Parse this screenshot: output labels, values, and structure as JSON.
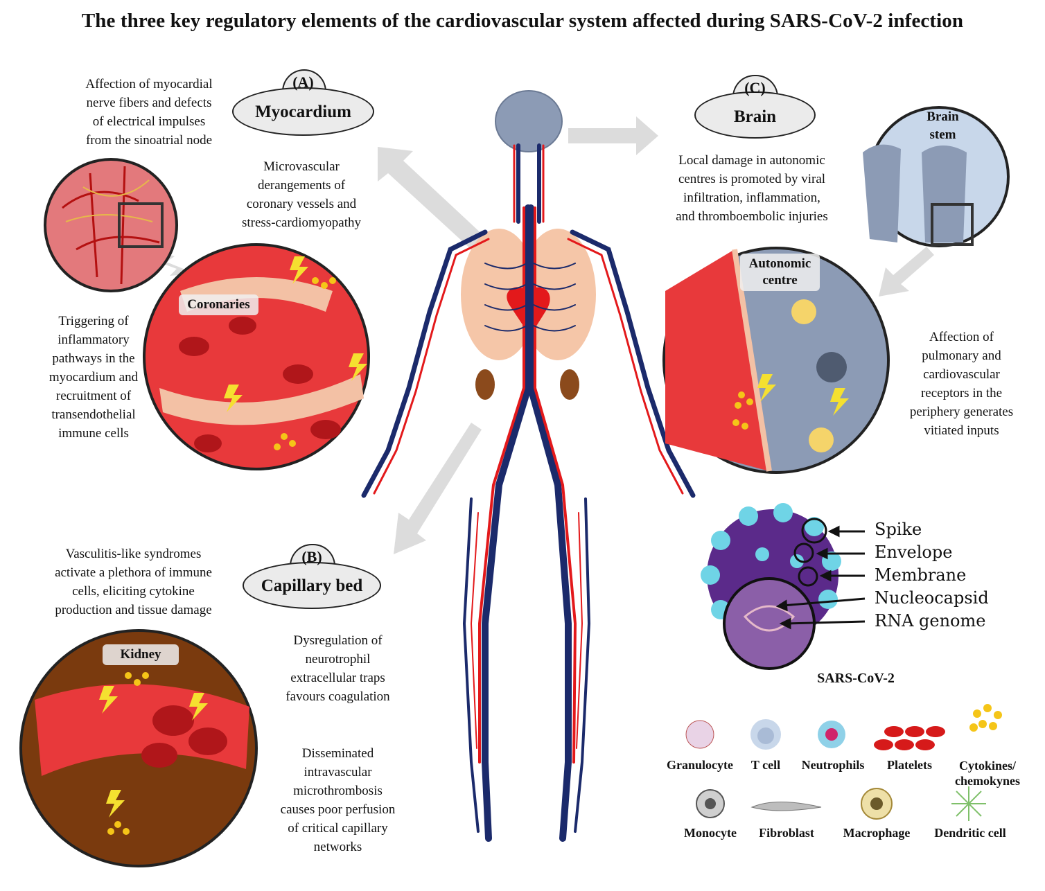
{
  "title": "The three key regulatory elements of the cardiovascular system affected during SARS-CoV-2 infection",
  "sections": {
    "a": {
      "letter": "(A)",
      "name": "Myocardium"
    },
    "b": {
      "letter": "(B)",
      "name": "Capillary bed"
    },
    "c": {
      "letter": "(C)",
      "name": "Brain"
    }
  },
  "texts": {
    "myo_nerve": [
      "Affection of myocardial",
      "nerve fibers and defects",
      "of electrical impulses",
      "from the sinoatrial node"
    ],
    "microvascular": [
      "Microvascular",
      "derangements of",
      "coronary vessels and",
      "stress-cardiomyopathy"
    ],
    "inflammatory": [
      "Triggering of",
      "inflammatory",
      "pathways in the",
      "myocardium and",
      "recruitment of",
      "transendothelial",
      "immune cells"
    ],
    "brain_local": [
      "Local damage in autonomic",
      "centres is promoted by viral",
      "infiltration, inflammation,",
      "and thromboembolic injuries"
    ],
    "receptors": [
      "Affection of",
      "pulmonary and",
      "cardiovascular",
      "receptors in the",
      "periphery generates",
      "vitiated inputs"
    ],
    "vasculitis": [
      "Vasculitis-like syndromes",
      "activate a plethora of immune",
      "cells, eliciting cytokine",
      "production and tissue damage"
    ],
    "net": [
      "Dysregulation of",
      "neurotrophil",
      "extracellular traps",
      "favours coagulation"
    ],
    "dic": [
      "Disseminated",
      "intravascular",
      "microthrombosis",
      "causes poor perfusion",
      "of critical capillary",
      "networks"
    ]
  },
  "zoom_labels": {
    "coronaries": "Coronaries",
    "autonomic": "Autonomic centre",
    "brainstem": "Brain stem",
    "kidney": "Kidney"
  },
  "virus": {
    "parts": [
      "Spike",
      "Envelope",
      "Membrane",
      "Nucleocapsid",
      "RNA genome"
    ],
    "name": "SARS-CoV-2"
  },
  "legend": {
    "row1": [
      "Granulocyte",
      "T cell",
      "Neutrophils",
      "Platelets",
      "Cytokines/ chemokynes"
    ],
    "row2": [
      "Monocyte",
      "Fibroblast",
      "Macrophage",
      "Dendritic cell"
    ]
  },
  "colors": {
    "artery": "#e3191b",
    "vein": "#1b2a6b",
    "blood_bg": "#f14b4b",
    "tissue": "#7a3a0e",
    "brain_tissue": "#8c9bb5",
    "arrow_grey": "#dcdcdc",
    "virus_purple": "#5b2a8a",
    "spike_cyan": "#6fd4e6",
    "cytokine": "#f5c518"
  }
}
